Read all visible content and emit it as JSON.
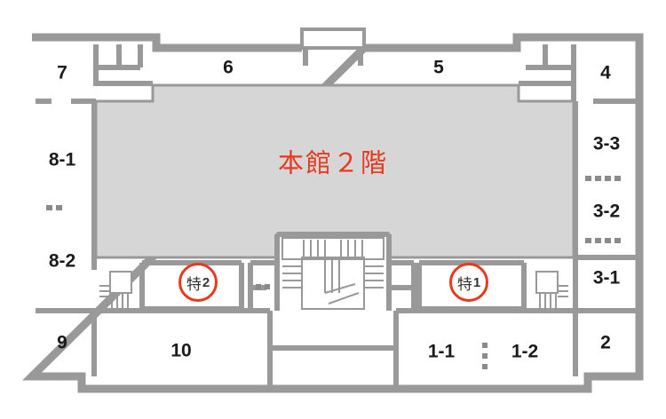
{
  "map": {
    "floor_title": "本館２階",
    "rooms": {
      "r7": "7",
      "r6": "6",
      "r5": "5",
      "r4": "4",
      "r8_1": "8-1",
      "r8_2": "8-2",
      "r3_3": "3-3",
      "r3_2": "3-2",
      "r3_1": "3-1",
      "r9": "9",
      "r10": "10",
      "r1_1": "1-1",
      "r1_2": "1-2",
      "r2": "2"
    },
    "special_rooms": {
      "s2_char": "特",
      "s2_num": "2",
      "s1_char": "特",
      "s1_num": "1"
    },
    "colors": {
      "wall": "#999999",
      "hall": "#d6d6d6",
      "accent": "#e8391f",
      "text": "#1a1a1a"
    }
  }
}
